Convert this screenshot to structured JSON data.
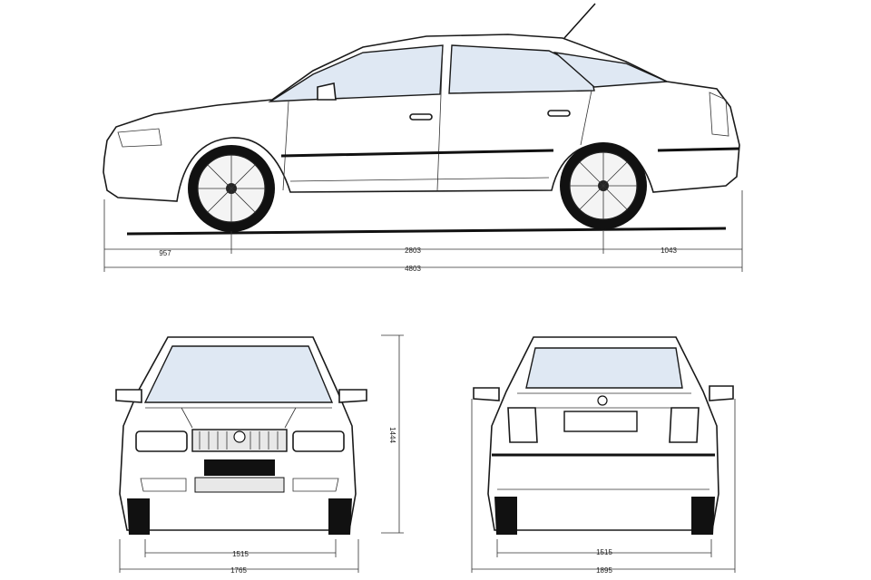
{
  "dimensions": {
    "side": {
      "front_overhang": "957",
      "wheelbase": "2803",
      "rear_overhang": "1043",
      "total_length": "4803"
    },
    "front": {
      "height": "1444",
      "track": "1515",
      "width": "1765"
    },
    "rear": {
      "track": "1515",
      "width": "1895"
    }
  },
  "colors": {
    "outline": "#1a1a1a",
    "glass": "#dfe8f3",
    "background": "#ffffff"
  }
}
